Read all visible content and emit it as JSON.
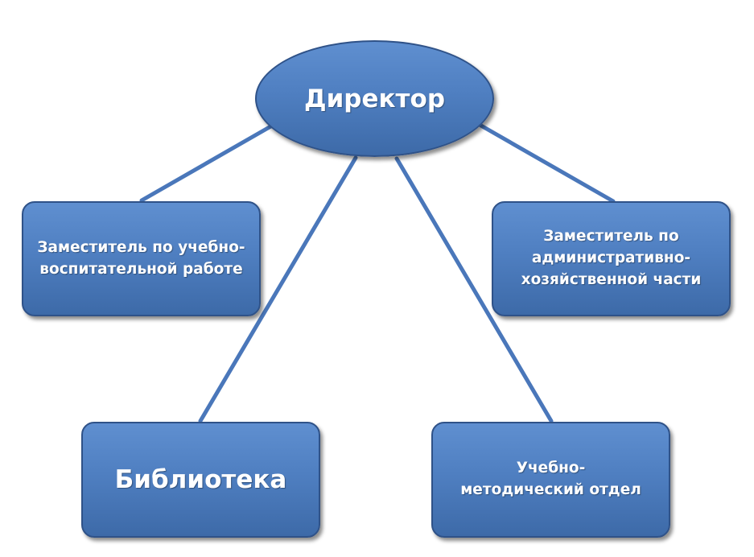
{
  "diagram": {
    "root": {
      "label": "Директор"
    },
    "nodes": [
      {
        "id": "deputy-education",
        "lines": [
          "Заместитель по учебно-",
          "воспитательной работе"
        ]
      },
      {
        "id": "deputy-admin",
        "lines": [
          "Заместитель по",
          "административно-",
          "хозяйственной части"
        ]
      },
      {
        "id": "library",
        "lines": [
          "Библиотека"
        ]
      },
      {
        "id": "methodical-department",
        "lines": [
          "Учебно-",
          "методический отдел"
        ]
      }
    ]
  },
  "colors": {
    "node_fill": "#4f7fc1",
    "node_border": "#2f5288",
    "connector": "#4a77ba",
    "text": "#ffffff"
  }
}
